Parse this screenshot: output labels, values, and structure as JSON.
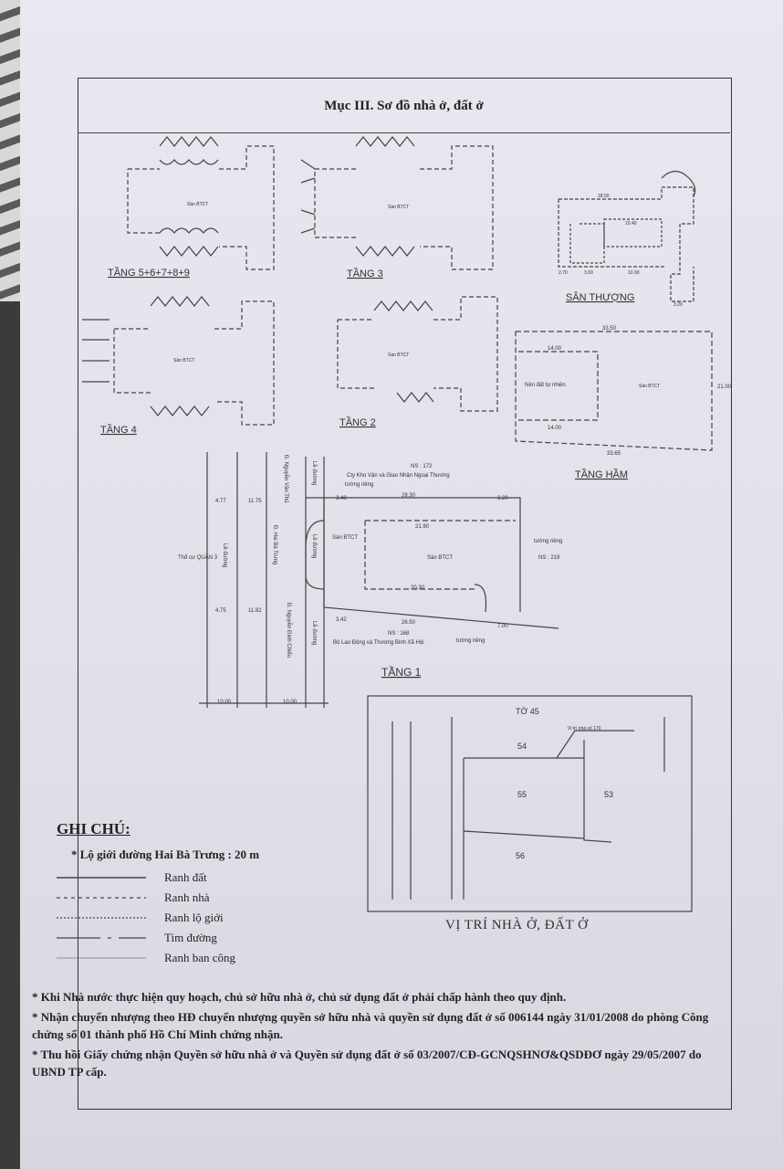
{
  "title": "Mục III. Sơ đồ nhà ở, đất ở",
  "floors": {
    "tang_5_9": "TẦNG 5+6+7+8+9",
    "tang_3": "TẦNG 3",
    "san_thuong": "SÂN THƯỢNG",
    "tang_4": "TẦNG 4",
    "tang_2": "TẦNG 2",
    "tang_ham": "TẦNG HẦM",
    "tang_1": "TẦNG 1"
  },
  "plan_labels": {
    "san_btct": "Sàn BTCT",
    "nen_dat": "Nền đất tự nhiên",
    "ham_top": "33.50",
    "ham_bottom": "33.65",
    "ham_inner_top": "14.00",
    "ham_inner_bottom": "14.00",
    "ham_right": "21.00",
    "st_top": "18.50",
    "st_bottom": "10.00",
    "st_inner": "10.40",
    "st_left": "2.70",
    "st_mid": "3.00",
    "st_r": "3.20"
  },
  "tang1": {
    "ns_top": "NS : 172",
    "neighbor_top": "Cty Kho Vận và Giao Nhận Ngoại Thương",
    "tuong_rieng": "tường riêng",
    "top_len": "28.30",
    "top_right": "3.20",
    "left_top": "3.48",
    "inner_top": "21.90",
    "inner_bottom": "20.30",
    "bottom_len": "26.50",
    "bottom_right": "7.00",
    "left_bottom": "3.42",
    "ns_right": "NS : 219",
    "ns_bottom": "NS : 168",
    "neighbor_bottom": "Bộ Lao Động và Thương Binh Xã Hội",
    "road1": "Đ. Nguyễn Văn Thủ",
    "road2": "Đ. Hai Bà Trưng",
    "road3": "Đ. Nguyễn Đình Chiểu",
    "le_duong": "Lề đường",
    "the_cu": "Thổ cư QUẬN 3",
    "w1": "4.77",
    "w2": "11.75",
    "w3": "4.75",
    "w4": "11.82",
    "w5": "10.00",
    "w6": "10.00"
  },
  "location": {
    "sheet": "TỜ 45",
    "pointer": "Vị trí nhà số 170",
    "lots": [
      "54",
      "55",
      "53",
      "56"
    ],
    "caption": "VỊ TRÍ NHÀ Ở, ĐẤT Ở"
  },
  "legend": {
    "heading": "GHI CHÚ:",
    "road_width": "* Lộ giới đường Hai Bà Trưng : 20 m",
    "items": [
      "Ranh đất",
      "Ranh nhà",
      "Ranh lộ giới",
      "Tim đường",
      "Ranh ban công"
    ]
  },
  "notes": [
    "* Khi Nhà nước thực hiện quy hoạch, chủ sở hữu nhà ở, chủ sử dụng đất ở phải chấp hành theo quy định.",
    "* Nhận chuyển nhượng theo HĐ chuyển nhượng quyền sở hữu nhà và quyền sử dụng đất ở số 006144 ngày 31/01/2008 do phòng Công chứng số 01 thành phố Hồ Chí Minh chứng nhận.",
    "* Thu hồi Giấy chứng nhận Quyền sở hữu nhà ở và Quyền sử dụng đất ở số 03/2007/CĐ-GCNQSHNƠ&QSDĐƠ ngày 29/05/2007 do UBND TP cấp."
  ]
}
